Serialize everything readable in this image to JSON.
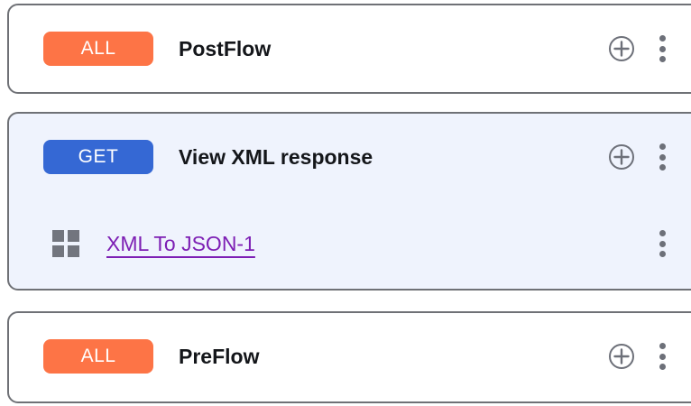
{
  "colors": {
    "badge_all": "#fd7446",
    "badge_get": "#3568d4",
    "policy_link": "#7d1fb4",
    "selected_card_bg": "#eff3fd",
    "card_border": "#6f7176",
    "icon_gray": "#6d7079",
    "flow_name": "#14161a"
  },
  "flows": [
    {
      "id": "postflow",
      "method_badge": "ALL",
      "badge_type": "all",
      "name": "PostFlow",
      "selected": false,
      "add_icon": "plus-circle-icon",
      "menu_icon": "kebab-menu-icon",
      "policies": []
    },
    {
      "id": "view-xml-response",
      "method_badge": "GET",
      "badge_type": "get",
      "name": "View XML response",
      "selected": true,
      "add_icon": "plus-circle-icon",
      "menu_icon": "kebab-menu-icon",
      "policies": [
        {
          "id": "xml-to-json-1",
          "icon": "policy-grid-icon",
          "label": "XML To JSON-1",
          "menu_icon": "kebab-menu-icon"
        }
      ]
    },
    {
      "id": "preflow",
      "method_badge": "ALL",
      "badge_type": "all",
      "name": "PreFlow",
      "selected": false,
      "add_icon": "plus-circle-icon",
      "menu_icon": "kebab-menu-icon",
      "policies": []
    }
  ]
}
